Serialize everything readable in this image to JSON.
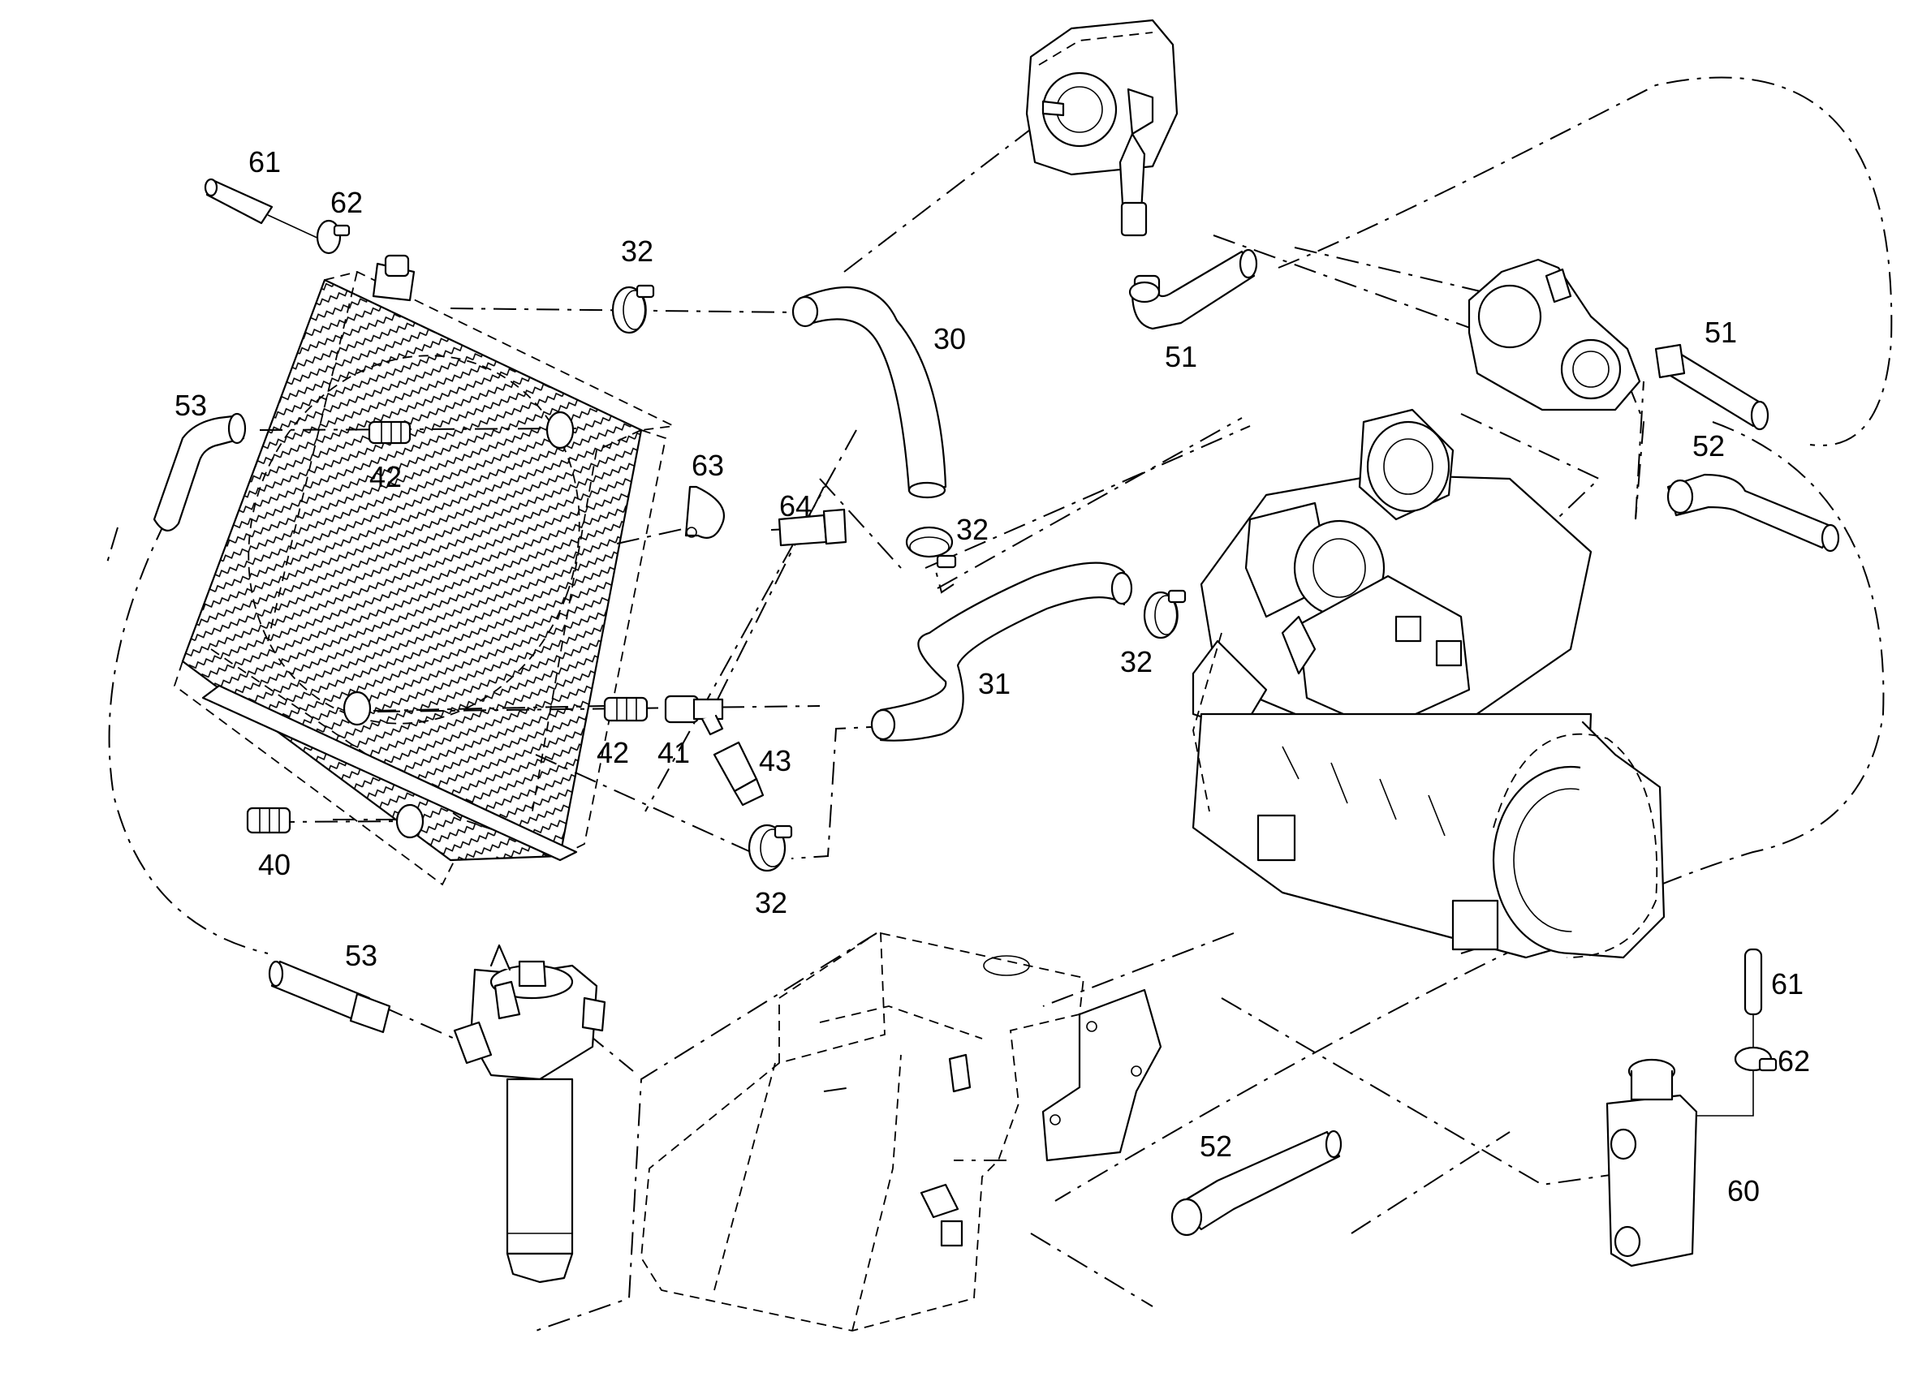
{
  "callouts": {
    "c30": "30",
    "c31": "31",
    "c32a": "32",
    "c32b": "32",
    "c32c": "32",
    "c32d": "32",
    "c40": "40",
    "c41": "41",
    "c42a": "42",
    "c42b": "42",
    "c43": "43",
    "c51a": "51",
    "c51b": "51",
    "c52a": "52",
    "c52b": "52",
    "c53a": "53",
    "c53b": "53",
    "c60": "60",
    "c61a": "61",
    "c61b": "61",
    "c62a": "62",
    "c62b": "62",
    "c63": "63",
    "c64": "64"
  }
}
